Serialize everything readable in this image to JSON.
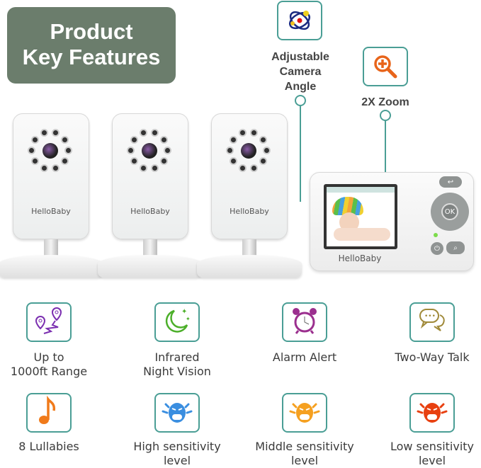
{
  "title": {
    "line1": "Product",
    "line2": "Key Features"
  },
  "top_features": [
    {
      "label_lines": [
        "Adjustable",
        "Camera",
        "Angle"
      ],
      "icon": "orbit-camera-angle-icon"
    },
    {
      "label_lines": [
        "2X Zoom"
      ],
      "icon": "zoom-in-magnifier-icon"
    }
  ],
  "cameras": [
    {
      "brand": "HelloBaby"
    },
    {
      "brand": "HelloBaby"
    },
    {
      "brand": "HelloBaby"
    }
  ],
  "monitor": {
    "brand": "HelloBaby",
    "ok_label": "OK"
  },
  "features": [
    {
      "label_lines": [
        "Up to",
        "1000ft Range"
      ],
      "icon": "location-range-icon",
      "color": "#7b2fb0"
    },
    {
      "label_lines": [
        "Infrared",
        "Night Vision"
      ],
      "icon": "moon-stars-icon",
      "color": "#4caf2a"
    },
    {
      "label_lines": [
        "Alarm Alert",
        ""
      ],
      "icon": "alarm-clock-icon",
      "color": "#9b2f8e"
    },
    {
      "label_lines": [
        "Two-Way Talk",
        ""
      ],
      "icon": "chat-bubbles-icon",
      "color": "#a08a3a"
    },
    {
      "label_lines": [
        "8 Lullabies",
        ""
      ],
      "icon": "music-note-icon",
      "color": "#f07a1a"
    },
    {
      "label_lines": [
        "High sensitivity",
        "level"
      ],
      "icon": "crying-face-blue-icon",
      "color": "#3a8ee0"
    },
    {
      "label_lines": [
        "Middle sensitivity",
        "level"
      ],
      "icon": "crying-face-orange-icon",
      "color": "#f5a020"
    },
    {
      "label_lines": [
        "Low sensitivity",
        "level"
      ],
      "icon": "crying-face-red-icon",
      "color": "#e84010"
    }
  ]
}
